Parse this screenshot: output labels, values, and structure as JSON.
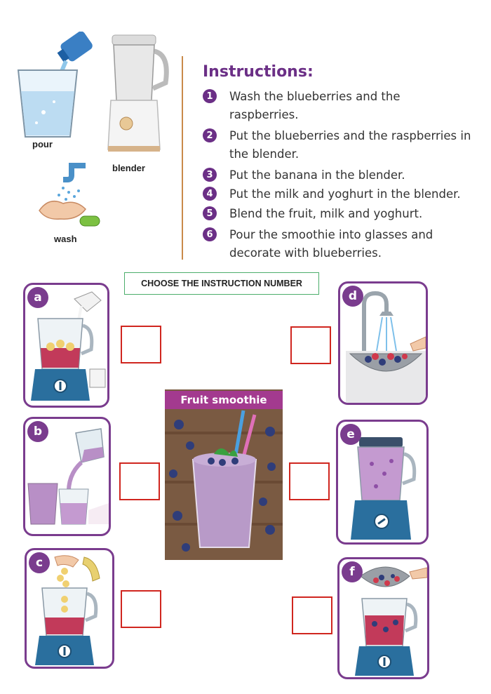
{
  "vocabulary": [
    {
      "word": "pour",
      "icon": "pouring-water-icon"
    },
    {
      "word": "blender",
      "icon": "blender-icon"
    },
    {
      "word": "wash",
      "icon": "washing-hands-icon"
    }
  ],
  "instructions": {
    "title": "Instructions:",
    "steps": [
      {
        "number": "1",
        "text": "Wash the blueberries and the raspberries."
      },
      {
        "number": "2",
        "text": "Put the blueberries and the raspberries in the blender."
      },
      {
        "number": "3",
        "text": "Put the banana in the blender."
      },
      {
        "number": "4",
        "text": "Put the milk and yoghurt in the blender."
      },
      {
        "number": "5",
        "text": "Blend the fruit, milk and yoghurt."
      },
      {
        "number": "6",
        "text": "Pour the smoothie into glasses and decorate with blueberries."
      }
    ]
  },
  "exercise": {
    "prompt": "CHOOSE THE INSTRUCTION NUMBER",
    "center_image_title": "Fruit smoothie",
    "pictures": [
      {
        "letter": "a",
        "scene": "milk-and-yoghurt-into-blender"
      },
      {
        "letter": "b",
        "scene": "pouring-smoothie-into-glasses"
      },
      {
        "letter": "c",
        "scene": "banana-into-blender"
      },
      {
        "letter": "d",
        "scene": "washing-berries"
      },
      {
        "letter": "e",
        "scene": "blending"
      },
      {
        "letter": "f",
        "scene": "berries-into-blender"
      }
    ]
  },
  "colors": {
    "accent_purple": "#6b2f86",
    "card_border": "#7a3c8e",
    "answer_box_border": "#d0261f",
    "prompt_border": "#4cae6b",
    "divider": "#c98a4a",
    "blender_base": "#2a6f9e"
  }
}
